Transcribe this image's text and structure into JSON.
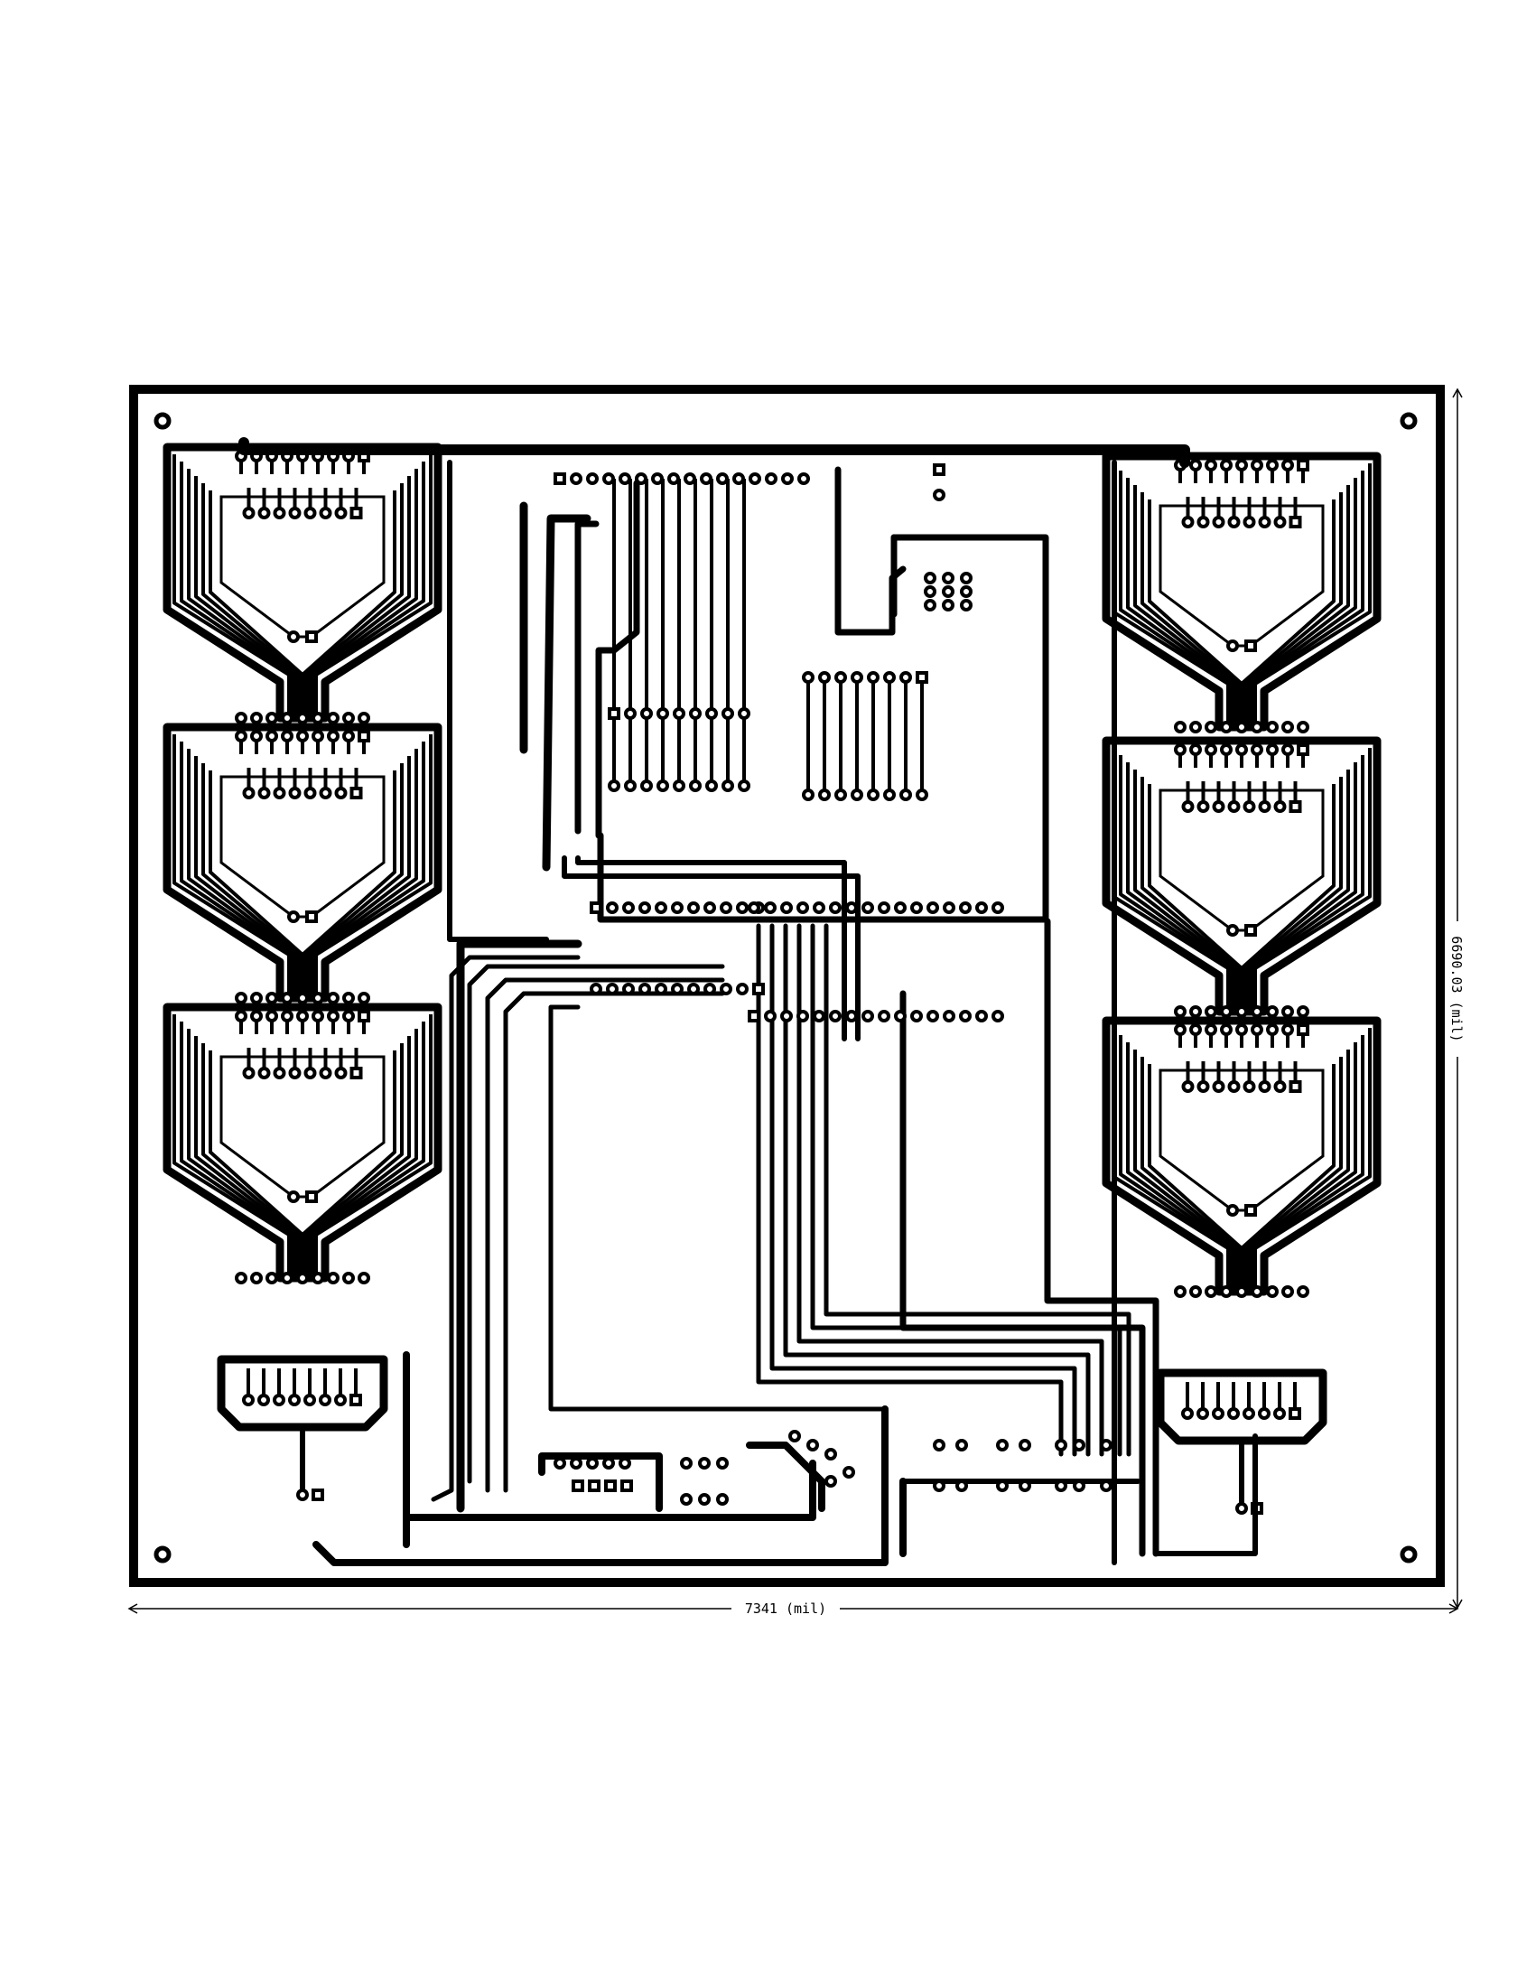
{
  "dimensions": {
    "width_label": "7341 (mil)",
    "height_label": "6690.03 (mil)"
  },
  "colors": {
    "background": "#ffffff",
    "traces": "#000000",
    "pads": "#ffffff"
  },
  "display_modules": {
    "left_column_count": 3,
    "right_column_count": 3,
    "header_pin_count": 9,
    "segment_pin_count": 8
  }
}
